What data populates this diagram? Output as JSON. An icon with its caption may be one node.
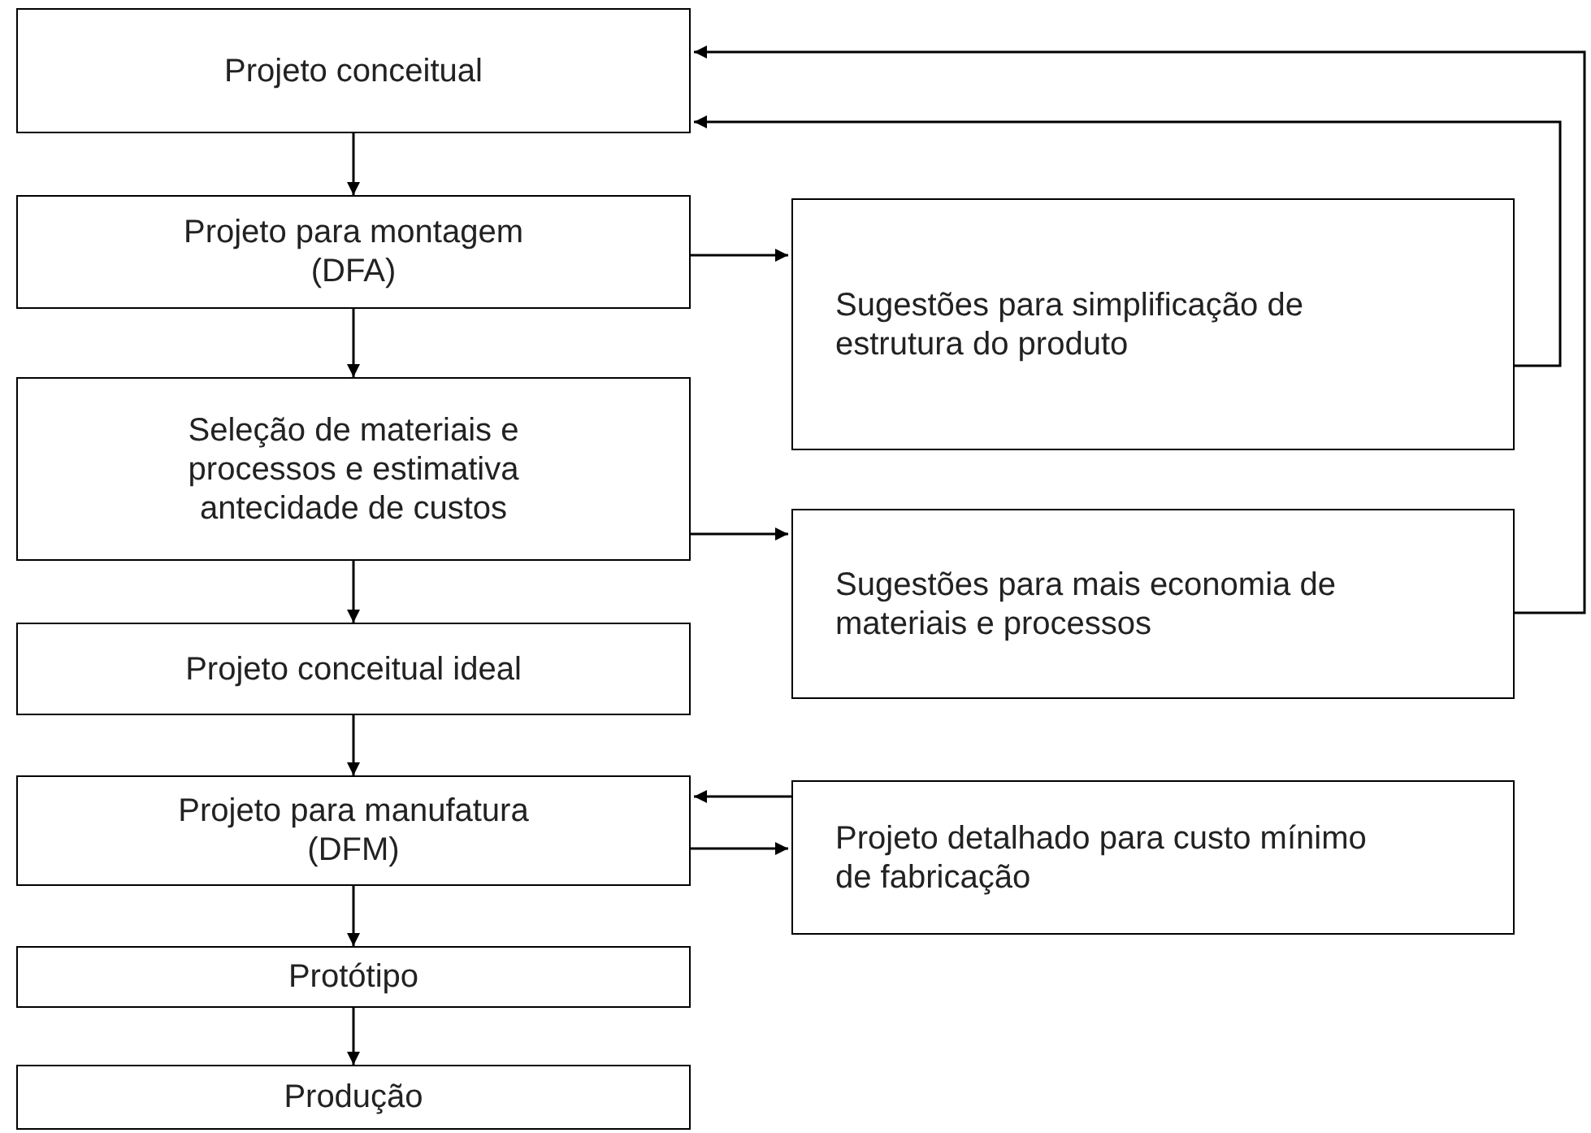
{
  "diagram": {
    "nodes": [
      {
        "text": [
          "Projeto conceitual"
        ]
      },
      {
        "text": [
          "Projeto para montagem (DFA)"
        ]
      },
      {
        "text": [
          "Seleção de materiais e processos e estimativa antecidade de custos"
        ]
      },
      {
        "text": [
          "Projeto conceitual ideal"
        ]
      },
      {
        "text": [
          "Projeto para manufatura (DFM)"
        ]
      },
      {
        "text": [
          "Protótipo"
        ]
      },
      {
        "text": [
          "Produção"
        ]
      },
      {
        "text": [
          "Sugestões para simplificação de estrutura do produto"
        ]
      },
      {
        "text": [
          "Sugestões para mais economia de materiais e processos"
        ]
      },
      {
        "text": [
          "Projeto detalhado para custo mínimo de fabricação"
        ]
      }
    ],
    "edges": [
      {
        "from": 0,
        "to": 1,
        "arrow": "to"
      },
      {
        "from": 1,
        "to": 2,
        "arrow": "to"
      },
      {
        "from": 2,
        "to": 3,
        "arrow": "to"
      },
      {
        "from": 3,
        "to": 4,
        "arrow": "to"
      },
      {
        "from": 4,
        "to": 5,
        "arrow": "to"
      },
      {
        "from": 5,
        "to": 6,
        "arrow": "to"
      },
      {
        "from": 1,
        "to": 7,
        "arrow": "to"
      },
      {
        "from": 2,
        "to": 8,
        "arrow": "to"
      },
      {
        "from": 7,
        "to": 0,
        "arrow": "to"
      },
      {
        "from": 8,
        "to": 0,
        "arrow": "to"
      },
      {
        "from": 4,
        "to": 9,
        "arrow": "to"
      },
      {
        "from": 9,
        "to": 4,
        "arrow": "to"
      }
    ]
  }
}
